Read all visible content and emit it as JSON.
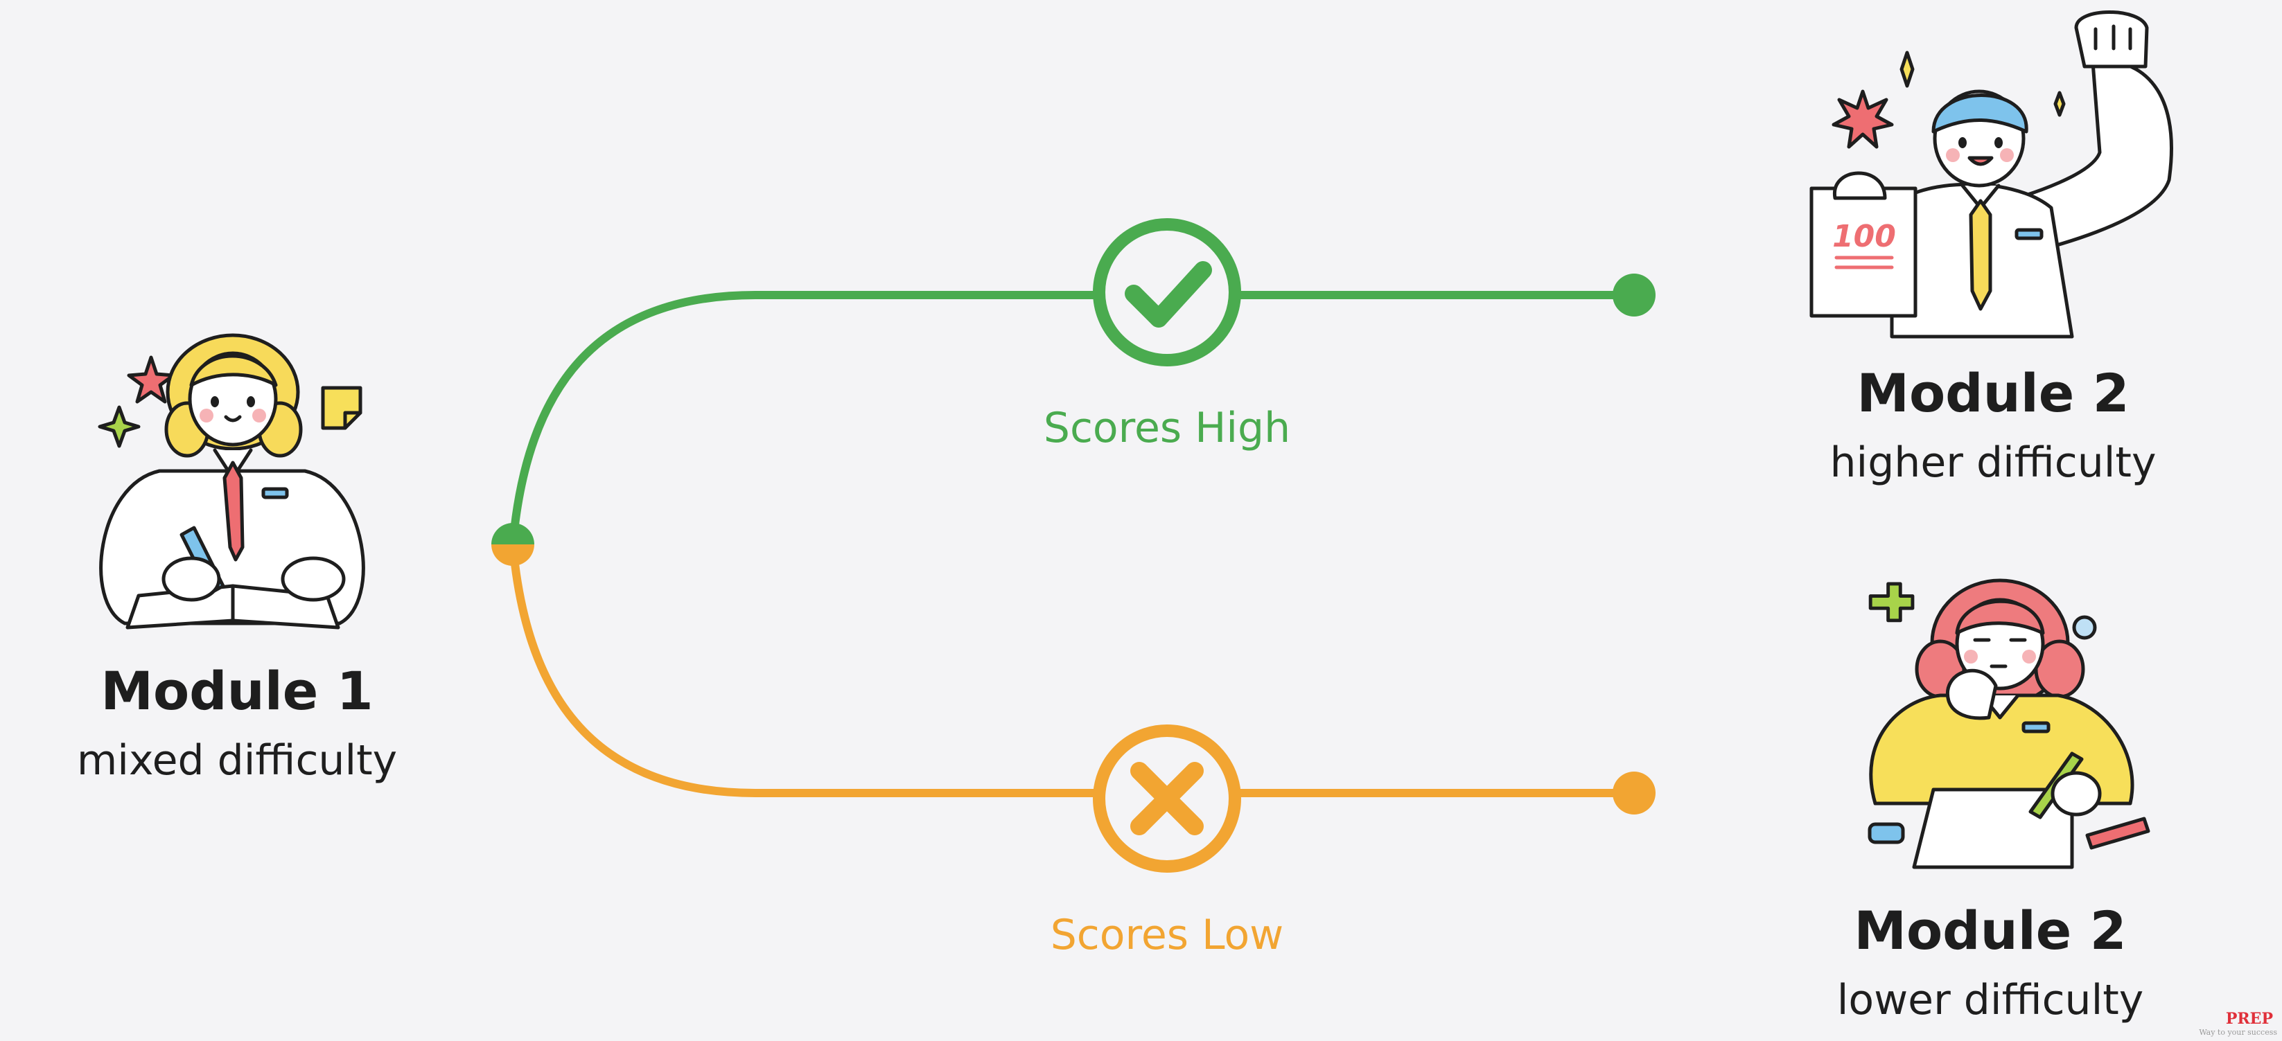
{
  "colors": {
    "background": "#f4f4f6",
    "high": "#4aab4f",
    "low": "#f2a532",
    "text": "#1e1e1e",
    "brand": "#e0303a"
  },
  "nodes": {
    "module1": {
      "title": "Module 1",
      "subtitle": "mixed difficulty",
      "illustration": "student-reading-icon"
    },
    "module2_high": {
      "title": "Module 2",
      "subtitle": "higher difficulty",
      "illustration": "student-celebrating-100-icon"
    },
    "module2_low": {
      "title": "Module 2",
      "subtitle": "lower difficulty",
      "illustration": "student-thinking-icon"
    }
  },
  "branches": {
    "high": {
      "label": "Scores High",
      "icon": "check-icon"
    },
    "low": {
      "label": "Scores Low",
      "icon": "x-icon"
    }
  },
  "watermark": {
    "logo": "PREP",
    "tagline": "Way to your success"
  }
}
